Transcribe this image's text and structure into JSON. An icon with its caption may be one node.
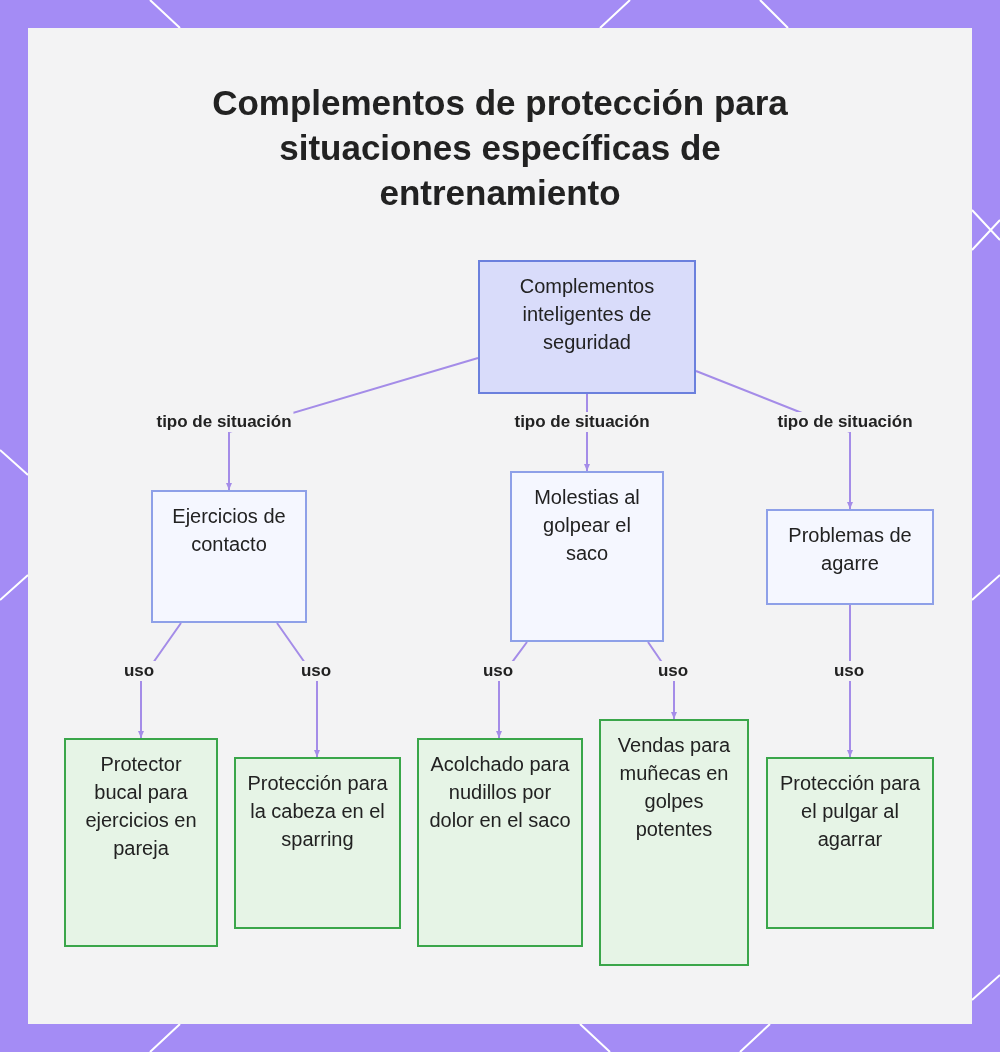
{
  "diagram": {
    "title": "Complementos de protección para situaciones específicas de entrenamiento",
    "nodes": [
      {
        "text": [
          "Complementos inteligentes de seguridad"
        ]
      },
      {
        "text": [
          "Ejercicios de contacto"
        ]
      },
      {
        "text": [
          "Molestias al golpear el saco"
        ]
      },
      {
        "text": [
          "Problemas de agarre"
        ]
      },
      {
        "text": [
          "Protector bucal para ejercicios en pareja"
        ]
      },
      {
        "text": [
          "Protección para la cabeza en el sparring"
        ]
      },
      {
        "text": [
          "Acolchado para nudillos por dolor en el saco"
        ]
      },
      {
        "text": [
          "Vendas para muñecas en golpes potentes"
        ]
      },
      {
        "text": [
          "Protección para el pulgar al agarrar"
        ]
      }
    ],
    "edges": [
      {
        "from": 0,
        "to": 1,
        "arrow": "to",
        "label": "tipo de situación"
      },
      {
        "from": 0,
        "to": 2,
        "arrow": "to",
        "label": "tipo de situación"
      },
      {
        "from": 0,
        "to": 3,
        "arrow": "to",
        "label": "tipo de situación"
      },
      {
        "from": 1,
        "to": 4,
        "arrow": "to",
        "label": "uso"
      },
      {
        "from": 1,
        "to": 5,
        "arrow": "to",
        "label": "uso"
      },
      {
        "from": 2,
        "to": 6,
        "arrow": "to",
        "label": "uso"
      },
      {
        "from": 2,
        "to": 7,
        "arrow": "to",
        "label": "uso"
      },
      {
        "from": 3,
        "to": 8,
        "arrow": "to",
        "label": "uso"
      }
    ]
  }
}
